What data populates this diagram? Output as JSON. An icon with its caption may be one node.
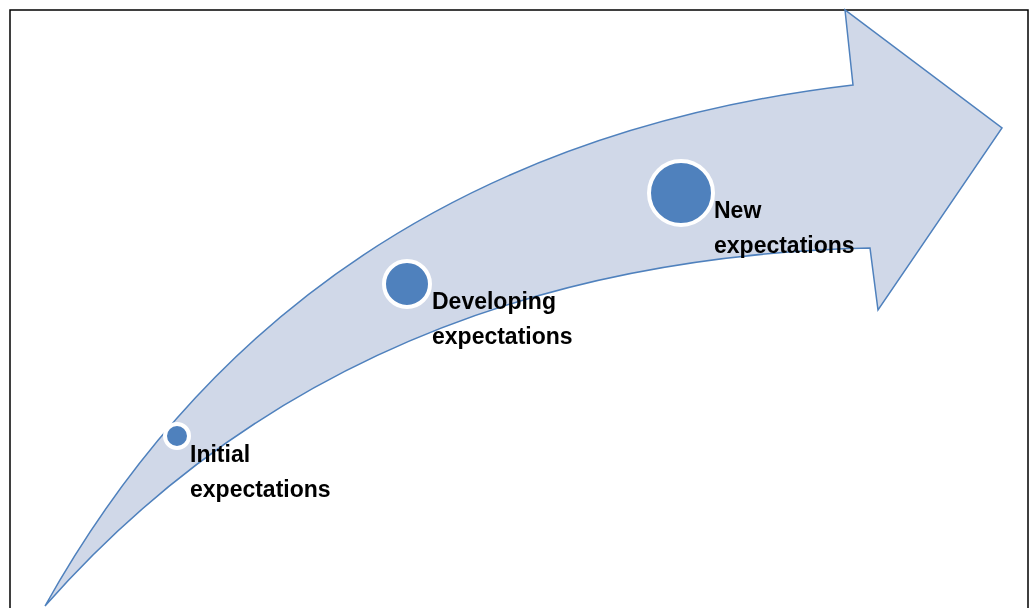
{
  "diagram": {
    "nodes": [
      {
        "text": [],
        "shape": "circle",
        "beside": [
          "Initial expectations"
        ]
      },
      {
        "text": [],
        "shape": "circle",
        "beside": [
          "Developing expectations"
        ]
      },
      {
        "text": [],
        "shape": "circle",
        "beside": [
          "New expectations"
        ]
      }
    ]
  }
}
